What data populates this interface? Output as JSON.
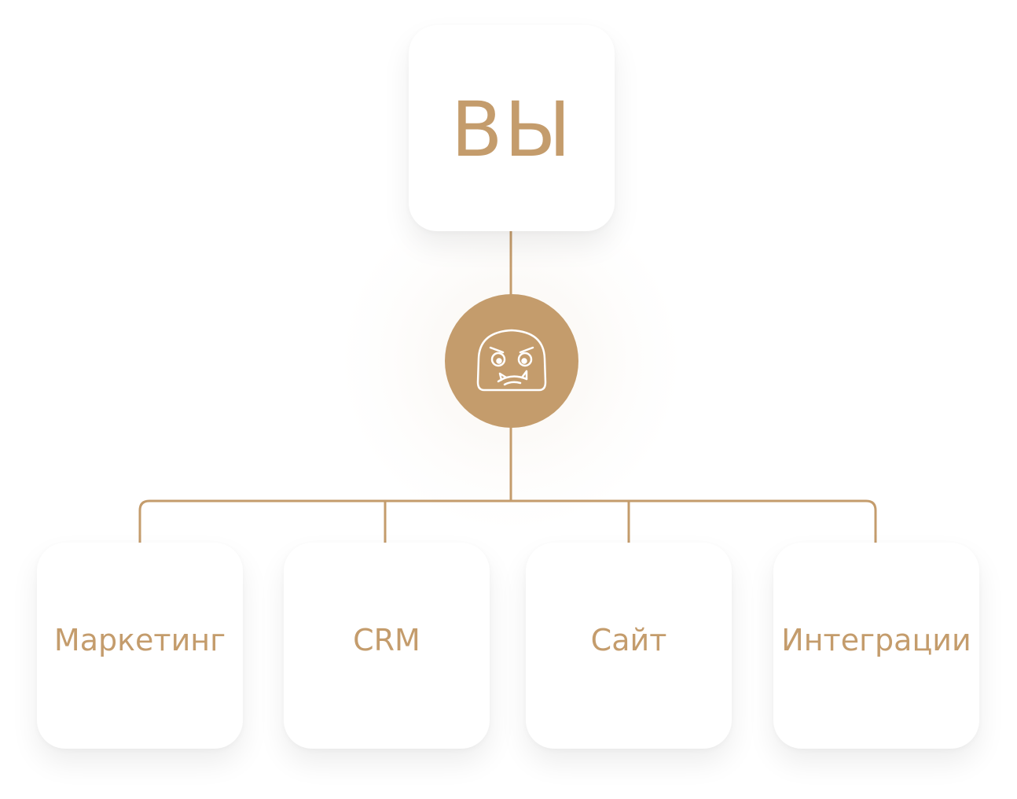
{
  "colors": {
    "accent": "#c49c6c",
    "card_background": "#ffffff",
    "line": "#c49c6c"
  },
  "diagram": {
    "root": {
      "label": "ВЫ"
    },
    "hub": {
      "icon": "grumpy-face-icon"
    },
    "children": [
      {
        "label": "Маркетинг"
      },
      {
        "label": "CRM"
      },
      {
        "label": "Сайт"
      },
      {
        "label": "Интеграции"
      }
    ]
  }
}
